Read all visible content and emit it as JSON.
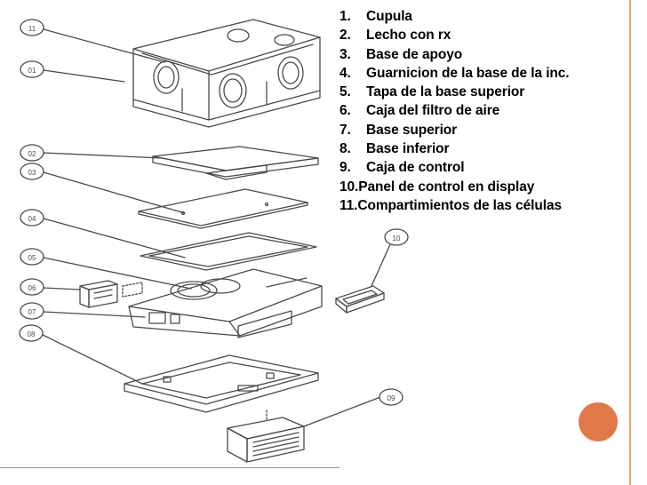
{
  "colors": {
    "accent_line": "#e8a070",
    "accent_circle": "#e07848",
    "ink": "#000000",
    "drawing": "#4a4a4a"
  },
  "callouts": [
    "11",
    "01",
    "02",
    "03",
    "04",
    "05",
    "06",
    "07",
    "08",
    "09",
    "10"
  ],
  "parts": [
    {
      "num": "1.",
      "label": "Cupula"
    },
    {
      "num": "2.",
      "label": "Lecho con rx"
    },
    {
      "num": "3.",
      "label": "Base de apoyo"
    },
    {
      "num": "4.",
      "label": "Guarnicion de la base de la inc."
    },
    {
      "num": "5.",
      "label": "Tapa de la base superior"
    },
    {
      "num": "6.",
      "label": "Caja del filtro de aire"
    },
    {
      "num": "7.",
      "label": "Base superior"
    },
    {
      "num": "8.",
      "label": "Base inferior"
    },
    {
      "num": "9.",
      "label": "Caja de control"
    },
    {
      "num": "10.",
      "label": "Panel de control en display"
    },
    {
      "num": "11.",
      "label": "Compartimientos  de las células"
    }
  ]
}
